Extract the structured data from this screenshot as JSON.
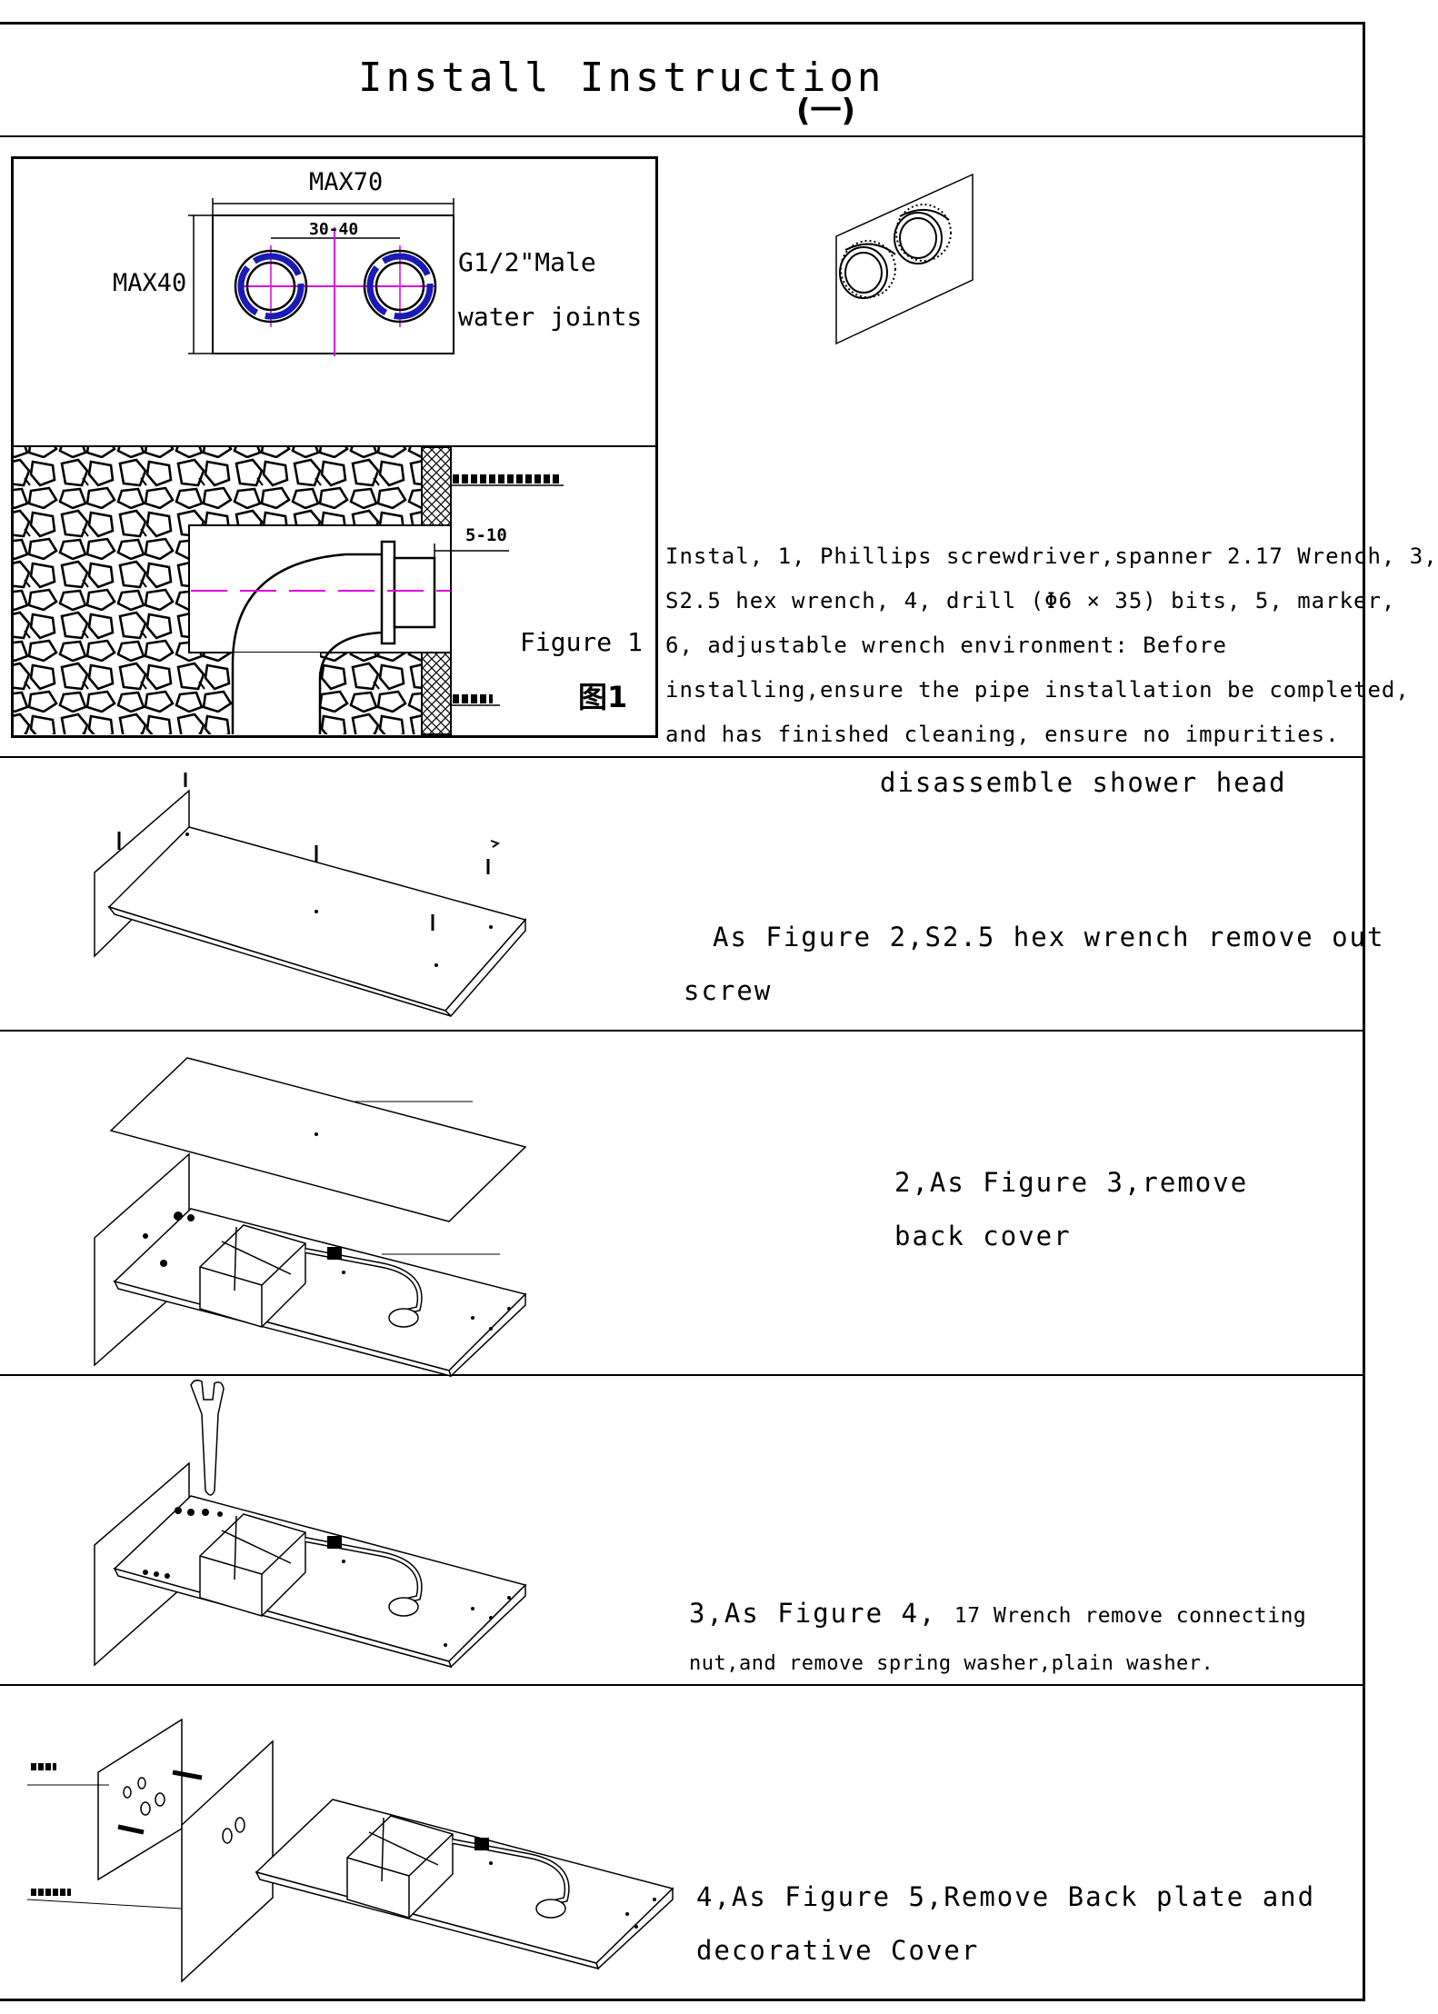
{
  "header": {
    "title": "Install Instruction",
    "title_suffix": "(一)"
  },
  "figure1": {
    "max_width": "MAX70",
    "max_height": "MAX40",
    "spacing": "30-40",
    "joint_line1": "G1/2\"Male",
    "joint_line2": "water joints",
    "depth": "5-10",
    "caption_en": "Figure 1",
    "caption_cn": "图1"
  },
  "intro": {
    "line1": "Instal, 1, Phillips screwdriver,spanner 2.17 Wrench, 3,",
    "line2": "S2.5 hex wrench, 4, drill (Φ6 × 35) bits, 5, marker,",
    "line3": "6, adjustable wrench  environment: Before",
    "line4": "installing,ensure the pipe installation be completed,",
    "line5": "and has finished cleaning, ensure no impurities."
  },
  "step1": {
    "heading": "disassemble shower head",
    "line1": "As Figure 2,S2.5 hex wrench remove out",
    "line2": "screw"
  },
  "step2": {
    "line1": "2,As Figure 3,remove",
    "line2": "back cover"
  },
  "step3": {
    "line1_prefix": "3,As Figure 4,",
    "line1_rest": "17 Wrench remove connecting",
    "line2": "nut,and remove spring washer,plain washer."
  },
  "step4": {
    "line1": "4,As Figure 5,Remove Back plate and",
    "line2": "decorative Cover"
  },
  "colors": {
    "ink": "#000000",
    "guide_magenta": "#e000e0",
    "ring_blue": "#1a1ab4"
  }
}
